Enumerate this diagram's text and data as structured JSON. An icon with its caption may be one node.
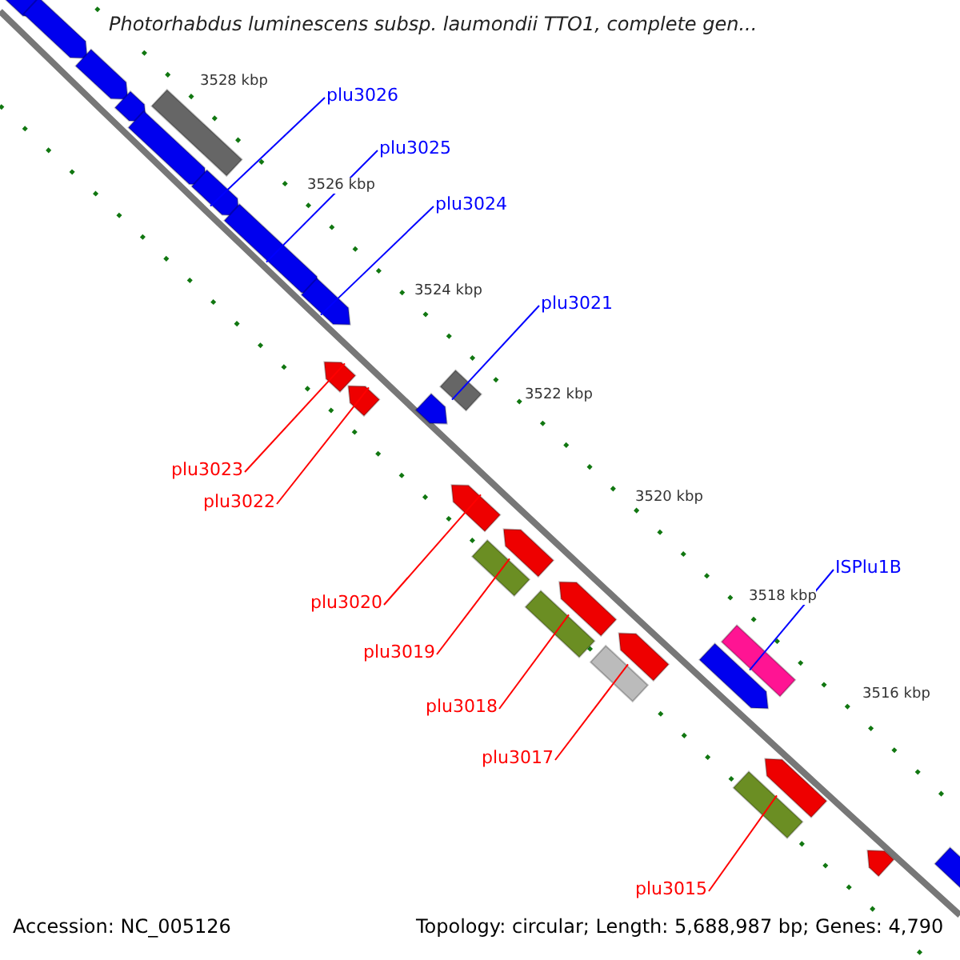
{
  "diagram": {
    "title": "Photorhabdus luminescens subsp. laumondii TTO1, complete gen...",
    "nodes": [
      {
        "text": [
          "plu3026"
        ]
      },
      {
        "text": [
          "plu3025"
        ]
      },
      {
        "text": [
          "plu3024"
        ]
      },
      {
        "text": [
          "plu3021"
        ]
      },
      {
        "text": [
          "plu3023"
        ]
      },
      {
        "text": [
          "plu3022"
        ]
      },
      {
        "text": [
          "plu3020"
        ]
      },
      {
        "text": [
          "plu3019"
        ]
      },
      {
        "text": [
          "plu3018"
        ]
      },
      {
        "text": [
          "plu3017"
        ]
      },
      {
        "text": [
          "ISPlu1B"
        ]
      },
      {
        "text": [
          "plu3015"
        ]
      },
      {
        "text": [],
        "shape": "arrow"
      },
      {
        "text": [],
        "shape": "arrow"
      },
      {
        "text": [],
        "shape": "arrow"
      },
      {
        "text": [],
        "shape": "arrow"
      },
      {
        "text": [],
        "shape": "bar"
      },
      {
        "text": [],
        "shape": "arrow"
      },
      {
        "text": [],
        "shape": "arrow"
      },
      {
        "text": [],
        "shape": "arrow"
      },
      {
        "text": [],
        "shape": "arrow"
      },
      {
        "text": [],
        "shape": "arrow"
      },
      {
        "text": [],
        "shape": "bar"
      },
      {
        "text": [],
        "shape": "arrow"
      },
      {
        "text": [],
        "shape": "arrow"
      },
      {
        "text": [],
        "shape": "arrow"
      },
      {
        "text": [],
        "shape": "arrow"
      },
      {
        "text": [],
        "shape": "bar"
      },
      {
        "text": [],
        "shape": "arrow"
      },
      {
        "text": [],
        "shape": "bar"
      },
      {
        "text": [],
        "shape": "arrow"
      },
      {
        "text": [],
        "shape": "bar"
      },
      {
        "text": [],
        "shape": "bar"
      },
      {
        "text": [],
        "shape": "arrow"
      },
      {
        "text": [],
        "shape": "arrow"
      },
      {
        "text": [],
        "shape": "bar"
      },
      {
        "text": [],
        "shape": "arrow"
      },
      {
        "text": [],
        "shape": "arrow"
      }
    ],
    "edges": [
      {
        "from": 0,
        "to": 18,
        "arrow": "none",
        "color": "#0000ff"
      },
      {
        "from": 1,
        "to": 19,
        "arrow": "none",
        "color": "#0000ff"
      },
      {
        "from": 2,
        "to": 20,
        "arrow": "none",
        "color": "#0000ff"
      },
      {
        "from": 3,
        "to": 22,
        "arrow": "none",
        "color": "#0000ff"
      },
      {
        "from": 4,
        "to": 21,
        "arrow": "none"
      },
      {
        "from": 5,
        "to": 23,
        "arrow": "none"
      },
      {
        "from": 6,
        "to": 25,
        "arrow": "none"
      },
      {
        "from": 7,
        "to": 27,
        "arrow": "none"
      },
      {
        "from": 8,
        "to": 29,
        "arrow": "none"
      },
      {
        "from": 9,
        "to": 32,
        "arrow": "none"
      },
      {
        "from": 10,
        "to": 31,
        "arrow": "none",
        "color": "#0000ff"
      },
      {
        "from": 11,
        "to": 35,
        "arrow": "none"
      }
    ],
    "labels": [
      "3528 kbp",
      "3526 kbp",
      "3524 kbp",
      "3522 kbp",
      "3520 kbp",
      "3518 kbp",
      "3516 kbp",
      "Accession: NC_005126",
      "Topology: circular; Length: 5,688,987 bp; Genes: 4,790"
    ]
  }
}
